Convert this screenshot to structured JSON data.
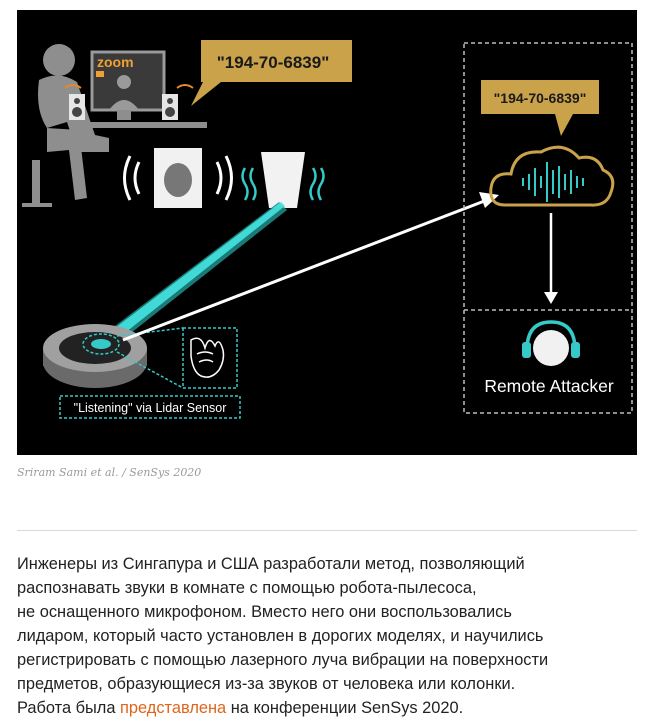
{
  "figure": {
    "zoom_label": "zoom",
    "speech_quote": "\"194-70-6839\"",
    "cloud_quote": "\"194-70-6839\"",
    "lidar_label": "\"Listening\" via Lidar Sensor",
    "attacker_label": "Remote Attacker"
  },
  "caption": "Sriram Sami et al. / SenSys 2020",
  "article": {
    "lines": [
      "Инженеры из Сингапура и США разработали метод, позволяющий",
      "распознавать звуки в комнате с помощью робота-пылесоса,",
      "не оснащенного микрофоном. Вместо него они воспользовались",
      "лидаром, который часто установлен в дорогих моделях, и научились",
      "регистрировать с помощью лазерного луча вибрации на поверхности",
      "предметов, образующиеся из-за звуков от человека или колонки."
    ],
    "last_line_prefix": "Работа была ",
    "link_text": "представлена",
    "last_line_suffix": " на конференции SenSys 2020."
  },
  "colors": {
    "accent_link": "#e0651c",
    "gold": "#c9a24a",
    "cyan": "#35c9c7",
    "figure_bg": "#000000"
  }
}
